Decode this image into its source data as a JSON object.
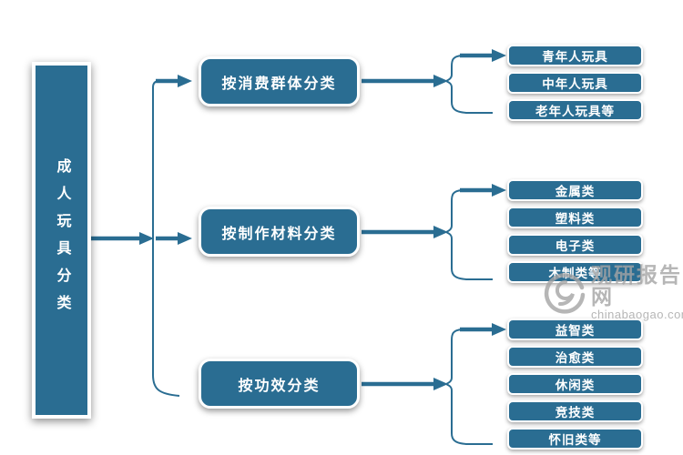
{
  "root": {
    "label": "成人玩具分类"
  },
  "branches": [
    {
      "label": "按消费群体分类",
      "children": [
        "青年人玩具",
        "中年人玩具",
        "老年人玩具等"
      ]
    },
    {
      "label": "按制作材料分类",
      "children": [
        "金属类",
        "塑料类",
        "电子类",
        "木制类等"
      ]
    },
    {
      "label": "按功效分类",
      "children": [
        "益智类",
        "治愈类",
        "休闲类",
        "竞技类",
        "怀旧类等"
      ]
    }
  ],
  "watermark": {
    "name": "观研报告网",
    "domain": "chinabaogao.com",
    "logo_icon": "swirl-logo-icon"
  },
  "colors": {
    "primary": "#2a6d92",
    "text_on_primary": "#ffffff",
    "watermark": "#a5a5a5"
  }
}
